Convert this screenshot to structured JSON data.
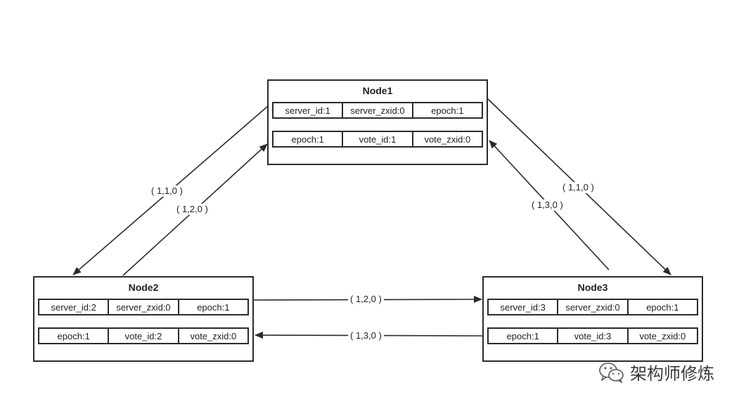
{
  "nodes": [
    {
      "title": "Node1",
      "row1": [
        "server_id:1",
        "server_zxid:0",
        "epoch:1"
      ],
      "row2": [
        "epoch:1",
        "vote_id:1",
        "vote_zxid:0"
      ]
    },
    {
      "title": "Node2",
      "row1": [
        "server_id:2",
        "server_zxid:0",
        "epoch:1"
      ],
      "row2": [
        "epoch:1",
        "vote_id:2",
        "vote_zxid:0"
      ]
    },
    {
      "title": "Node3",
      "row1": [
        "server_id:3",
        "server_zxid:0",
        "epoch:1"
      ],
      "row2": [
        "epoch:1",
        "vote_id:3",
        "vote_zxid:0"
      ]
    }
  ],
  "edges": [
    {
      "from": "Node1",
      "to": "Node2",
      "label": "( 1,1,0 )"
    },
    {
      "from": "Node2",
      "to": "Node1",
      "label": "( 1,2,0 )"
    },
    {
      "from": "Node1",
      "to": "Node3",
      "label": "( 1,1,0 )"
    },
    {
      "from": "Node3",
      "to": "Node1",
      "label": "( 1,3,0 )"
    },
    {
      "from": "Node2",
      "to": "Node3",
      "label": "( 1,2,0 )"
    },
    {
      "from": "Node3",
      "to": "Node2",
      "label": "( 1,3,0 )"
    }
  ],
  "watermark": {
    "text": "架构师修炼",
    "icon": "wechat-icon"
  },
  "colors": {
    "line": "#2b2b2b",
    "background": "#ffffff"
  }
}
